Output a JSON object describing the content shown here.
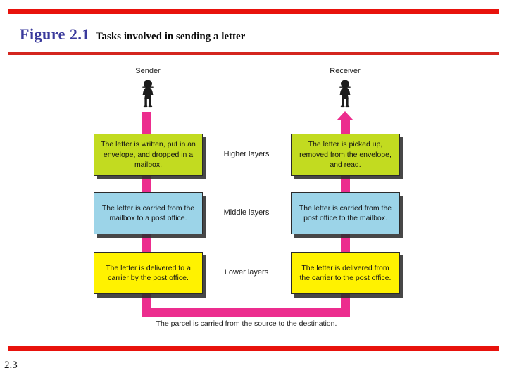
{
  "header": {
    "figure_number": "Figure 2.1",
    "figure_title": "Tasks involved in sending a letter",
    "rule_color": "#E8120C",
    "figure_number_color": "#3A3A9C"
  },
  "footer": {
    "slide_number": "2.3"
  },
  "diagram": {
    "endpoints": {
      "left_label": "Sender",
      "right_label": "Receiver"
    },
    "layer_labels": [
      "Higher layers",
      "Middle layers",
      "Lower layers"
    ],
    "colors": {
      "higher": "#C2DB20",
      "middle": "#9CD4E8",
      "lower": "#FFF200",
      "pipe": "#EC2D8E"
    },
    "rows": [
      {
        "layer": "Higher layers",
        "color": "#C2DB20",
        "left_text": "The letter is written, put in an envelope, and dropped in a mailbox.",
        "right_text": "The letter is picked up, removed from the envelope, and read."
      },
      {
        "layer": "Middle layers",
        "color": "#9CD4E8",
        "left_text": "The letter is carried from the mailbox to a post office.",
        "right_text": "The letter is carried from the post office to the mailbox."
      },
      {
        "layer": "Lower layers",
        "color": "#FFF200",
        "left_text": "The letter is delivered to a carrier by the post office.",
        "right_text": "The letter is delivered from the carrier to the post office."
      }
    ],
    "bottom_caption": "The parcel is carried from the source to the destination."
  }
}
